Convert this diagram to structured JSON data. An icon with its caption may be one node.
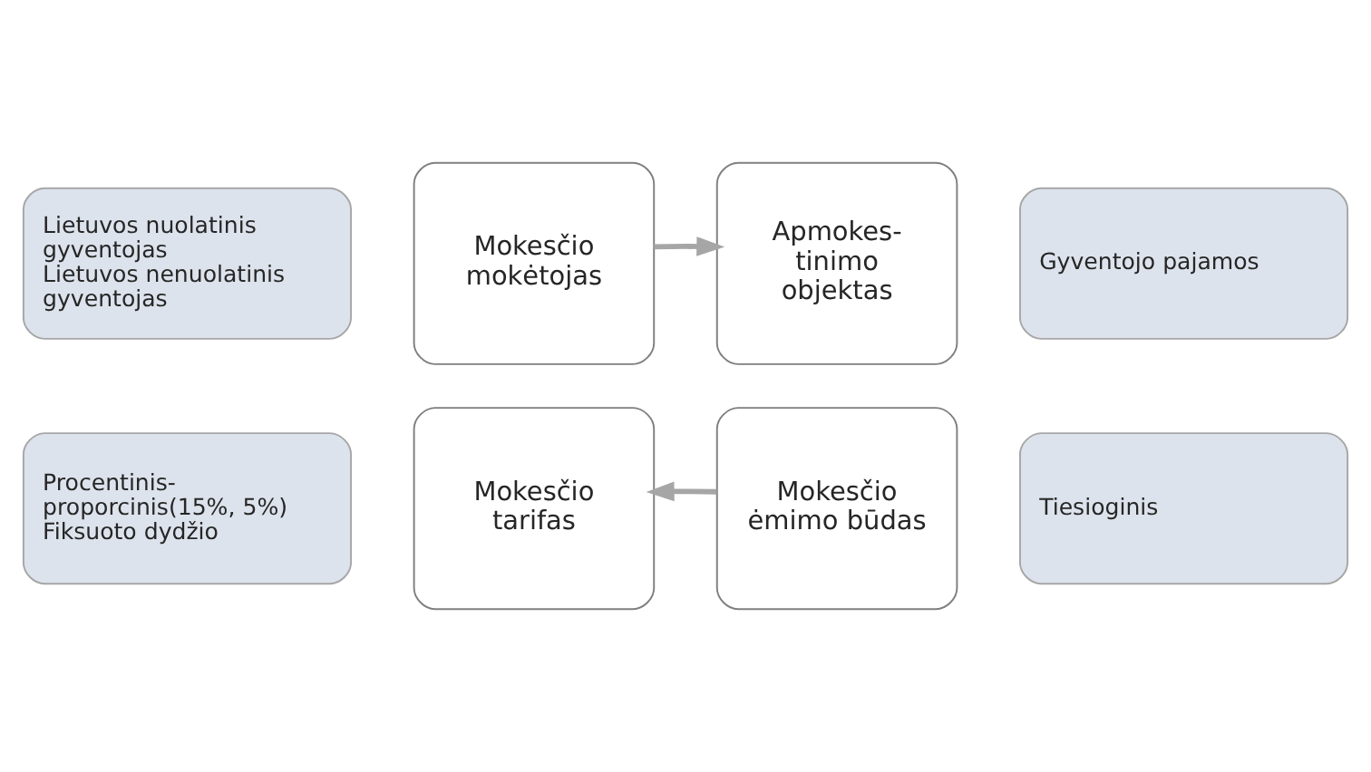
{
  "diagram": {
    "nodes": [
      {
        "text": [
          "Lietuvos nuolatinis gyventojas",
          "Lietuvos nenuolatinis gyventojas"
        ]
      },
      {
        "text": [
          "Mokesčio mokėtojas"
        ]
      },
      {
        "text": [
          "Apmokes- tinimo objektas"
        ]
      },
      {
        "text": [
          "Gyventojo pajamos"
        ]
      },
      {
        "text": [
          "Mokesčio tarifas"
        ]
      },
      {
        "text": [
          "Mokesčio ėmimo būdas"
        ]
      },
      {
        "text": [
          "Procentinis- proporcinis(15%, 5%)",
          "Fiksuoto dydžio"
        ]
      },
      {
        "text": [
          "Tiesioginis"
        ]
      }
    ],
    "edges": [
      {
        "from": 1,
        "to": 2,
        "arrow": "to"
      },
      {
        "from": 5,
        "to": 4,
        "arrow": "to"
      }
    ]
  }
}
